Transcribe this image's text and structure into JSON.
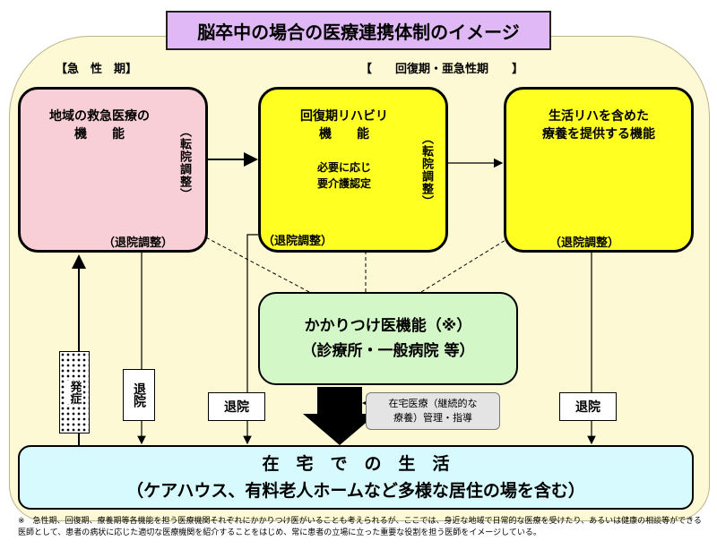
{
  "title": "脳卒中の場合の医療連携体制のイメージ",
  "phase_acute": "【急　性　期】",
  "phase_recovery": "【　　回復期・亜急性期　　】",
  "box_acute": {
    "line1": "地域の救急医療の",
    "line2": "機　　能",
    "note": "（退院調整）"
  },
  "box_rehab": {
    "line1": "回復期リハビリ",
    "line2": "機　　能",
    "sub1": "必要に応じ",
    "sub2": "要介護認定",
    "note": "（退院調整）"
  },
  "box_living": {
    "line1": "生活リハを含めた",
    "line2": "療養を提供する機能",
    "note": "（退院調整）"
  },
  "transfer_label": "（転院調整）",
  "clinic": {
    "line1": "かかりつけ医機能（※）",
    "line2": "（診療所・一般病院 等）"
  },
  "discharge": "退院",
  "onset": "発症",
  "home_care": {
    "line1": "在宅医療（継続的な",
    "line2": "療養）管理・指導"
  },
  "home": {
    "line1": "在　宅　で　の　生　活",
    "line2": "（ケアハウス、有料老人ホームなど多様な居住の場を含む）"
  },
  "footnote": "※　急性期、回復期、療養期等各機能を担う医療機関それぞれにかかりつけ医がいることも考えられるが、ここでは、身近な地域で日常的な医療を受けたり、あるいは健康の相談等ができる医師として、患者の病状に応じた適切な医療機関を紹介することをはじめ、常に患者の立場に立った重要な役割を担う医師をイメージしている。"
}
